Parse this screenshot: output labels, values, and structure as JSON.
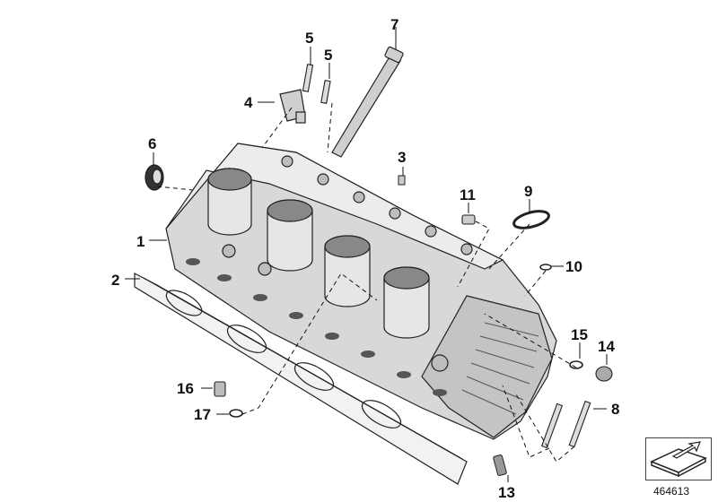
{
  "diagram": {
    "callouts": [
      {
        "id": "1",
        "label": "1"
      },
      {
        "id": "2",
        "label": "2"
      },
      {
        "id": "3",
        "label": "3"
      },
      {
        "id": "4",
        "label": "4"
      },
      {
        "id": "5a",
        "label": "5"
      },
      {
        "id": "5b",
        "label": "5"
      },
      {
        "id": "6",
        "label": "6"
      },
      {
        "id": "7",
        "label": "7"
      },
      {
        "id": "8",
        "label": "8"
      },
      {
        "id": "9",
        "label": "9"
      },
      {
        "id": "10",
        "label": "10"
      },
      {
        "id": "11",
        "label": "11"
      },
      {
        "id": "13",
        "label": "13"
      },
      {
        "id": "14",
        "label": "14"
      },
      {
        "id": "15",
        "label": "15"
      },
      {
        "id": "16",
        "label": "16"
      },
      {
        "id": "17",
        "label": "17"
      }
    ],
    "reference_number": "464613",
    "icons": [
      "cylinder-head-illustration",
      "parts-tray-icon"
    ]
  }
}
